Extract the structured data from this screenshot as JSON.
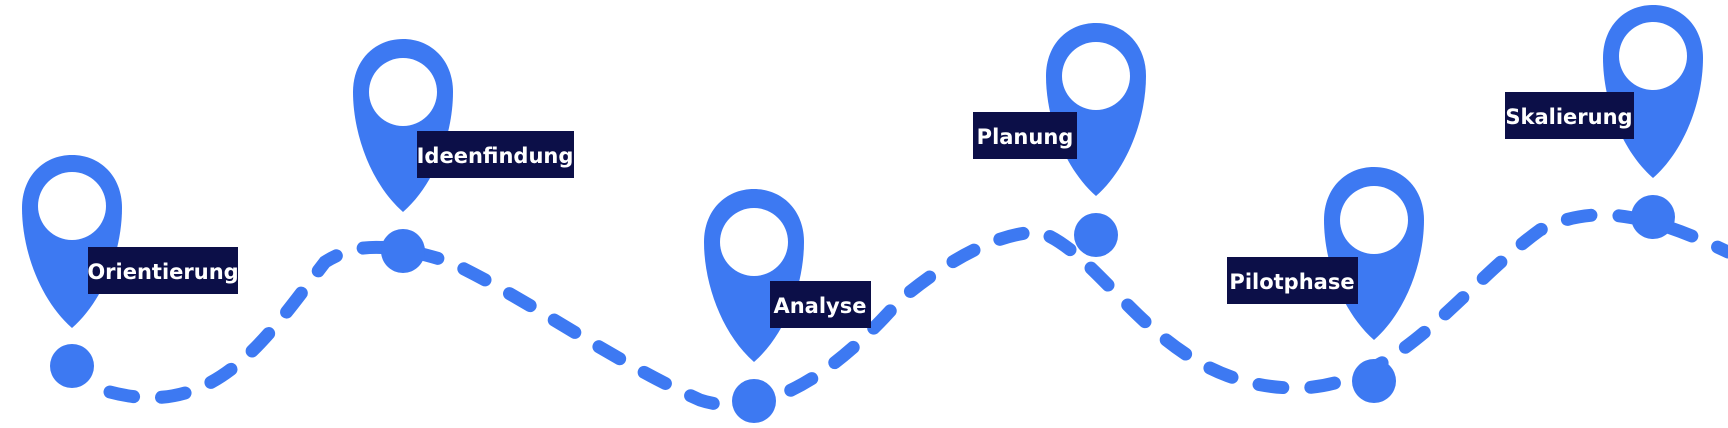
{
  "theme": {
    "accent": "#3d79f2",
    "label_background": "#0c0f48",
    "label_text": "#ffffff",
    "background": "#ffffff"
  },
  "milestones": [
    {
      "label": "Orientierung",
      "icon": "map-pin-icon"
    },
    {
      "label": "Ideenfindung",
      "icon": "map-pin-icon"
    },
    {
      "label": "Analyse",
      "icon": "map-pin-icon"
    },
    {
      "label": "Planung",
      "icon": "map-pin-icon"
    },
    {
      "label": "Pilotphase",
      "icon": "map-pin-icon"
    },
    {
      "label": "Skalierung",
      "icon": "map-pin-icon"
    }
  ]
}
